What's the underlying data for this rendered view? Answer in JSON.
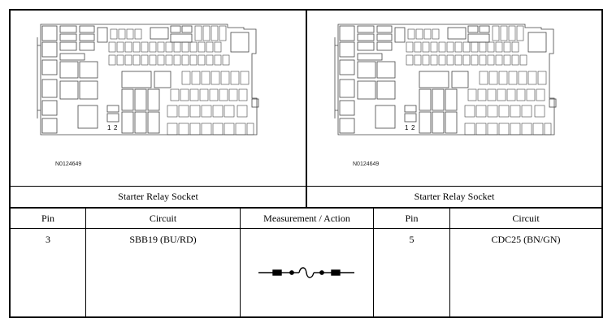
{
  "diagrams": [
    {
      "code": "N0124649",
      "caption": "Starter Relay Socket"
    },
    {
      "code": "N0124649",
      "caption": "Starter Relay Socket"
    }
  ],
  "table": {
    "headers": [
      "Pin",
      "Circuit",
      "Measurement / Action",
      "Pin",
      "Circuit"
    ],
    "row": {
      "pin_a": "3",
      "circuit_a": "SBB19 (BU/RD)",
      "pin_b": "5",
      "circuit_b": "CDC25 (BN/GN)"
    }
  },
  "fuse_icon": "fuse-icon",
  "relay_pins": [
    "1",
    "2"
  ]
}
